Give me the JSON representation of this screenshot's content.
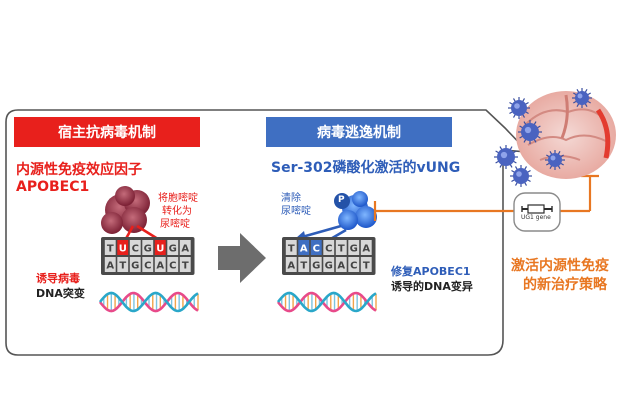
{
  "left_panel": {
    "header": "宿主抗病毒机制",
    "title_line1": "内源性免疫效应因子",
    "title_line2": "APOBEC1",
    "convert_label": [
      "将胞嘧啶",
      "转化为",
      "尿嘧啶"
    ],
    "bottom_label": [
      "诱导病毒",
      "DNA突变"
    ],
    "dna_top_letters": [
      "T",
      "A",
      "C",
      "G",
      "T",
      "G",
      "A"
    ],
    "dna_bottom_letters": [
      "A",
      "T",
      "G",
      "C",
      "A",
      "C",
      "T"
    ],
    "highlight_letters": [
      "U",
      "U"
    ]
  },
  "right_panel": {
    "header": "病毒逃逸机制",
    "title": "Ser-302磷酸化激活的vUNG",
    "remove_label": [
      "清除",
      "尿嘧啶"
    ],
    "phospho_badge": "P",
    "repair_label": [
      "修复APOBEC1",
      "诱导的DNA变异"
    ],
    "dna_top_letters": [
      "T",
      "A",
      "C",
      "C",
      "T",
      "G",
      "A"
    ],
    "dna_bottom_letters": [
      "A",
      "T",
      "G",
      "G",
      "A",
      "C",
      "T"
    ]
  },
  "gene_label": "UG1 gene",
  "strategy_label": [
    "激活内源性免疫",
    "的新治疗策略"
  ],
  "colors": {
    "red": "#e8201c",
    "blue": "#3f6fc2",
    "orange": "#e87722",
    "blue_text": "#2e5db8"
  }
}
